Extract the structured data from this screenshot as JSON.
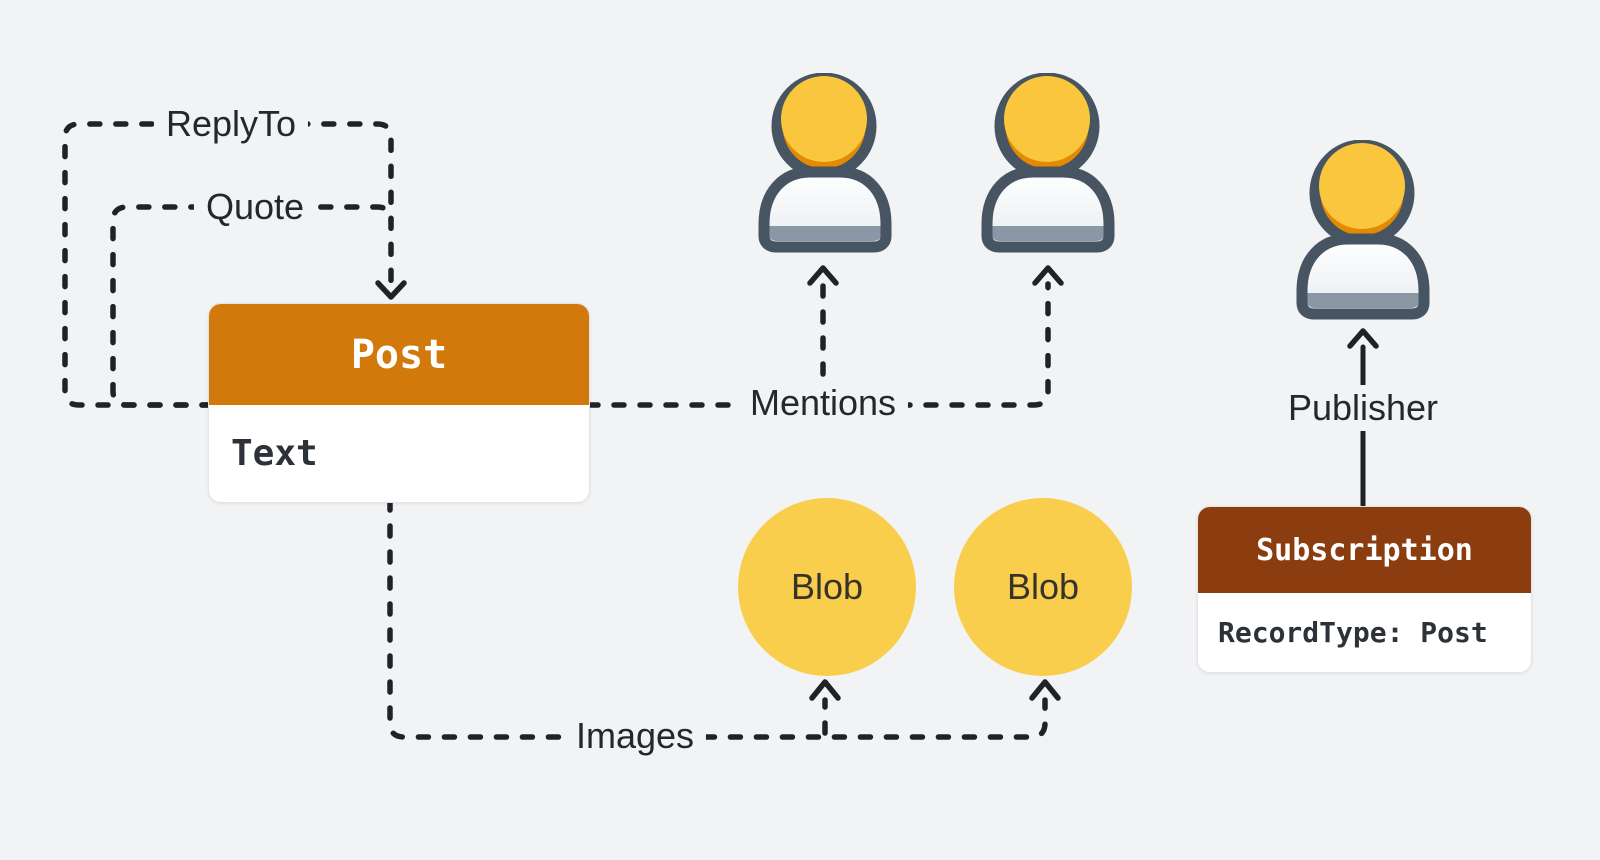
{
  "canvas": {
    "background": "#F2F3F4"
  },
  "post_card": {
    "title": "Post",
    "field": "Text",
    "header_color": "#D1790A",
    "body_color": "#FFFFFF"
  },
  "subscription_card": {
    "title": "Subscription",
    "field": "RecordType: Post",
    "header_color": "#8B3D10",
    "body_color": "#FFFFFF"
  },
  "blobs": [
    {
      "label": "Blob"
    },
    {
      "label": "Blob"
    }
  ],
  "labels": {
    "replyto": "ReplyTo",
    "quote": "Quote",
    "mentions": "Mentions",
    "images": "Images",
    "publisher": "Publisher"
  },
  "icons": {
    "mentioned_users": [
      "user-icon",
      "user-icon"
    ],
    "publisher_user": "user-icon",
    "arrowheads": "arrowhead-icon"
  },
  "colors": {
    "connector": "#1F2227",
    "blob_fill": "#F9CE4D",
    "user_outline": "#475462",
    "user_head": "#F9C63E",
    "user_head_shade": "#E28B00",
    "label_text": "#24272C"
  }
}
